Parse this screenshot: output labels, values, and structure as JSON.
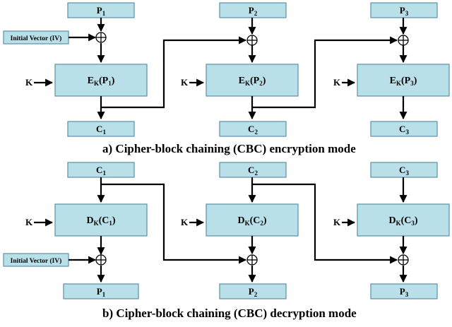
{
  "encryption": {
    "caption": "a) Cipher-block chaining (CBC) encryption mode",
    "iv_label": "Initial Vector (IV)",
    "key_label": "K",
    "blocks": [
      {
        "input_base": "P",
        "input_sub": "1",
        "func_base": "E",
        "func_key": "K",
        "func_arg_base": "P",
        "func_arg_sub": "1",
        "output_base": "C",
        "output_sub": "1"
      },
      {
        "input_base": "P",
        "input_sub": "2",
        "func_base": "E",
        "func_key": "K",
        "func_arg_base": "P",
        "func_arg_sub": "2",
        "output_base": "C",
        "output_sub": "2"
      },
      {
        "input_base": "P",
        "input_sub": "3",
        "func_base": "E",
        "func_key": "K",
        "func_arg_base": "P",
        "func_arg_sub": "3",
        "output_base": "C",
        "output_sub": "3"
      }
    ]
  },
  "decryption": {
    "caption": "b) Cipher-block chaining (CBC) decryption mode",
    "iv_label": "Initial Vector (IV)",
    "key_label": "K",
    "blocks": [
      {
        "input_base": "C",
        "input_sub": "1",
        "func_base": "D",
        "func_key": "K",
        "func_arg_base": "C",
        "func_arg_sub": "1",
        "output_base": "P",
        "output_sub": "1"
      },
      {
        "input_base": "C",
        "input_sub": "2",
        "func_base": "D",
        "func_key": "K",
        "func_arg_base": "C",
        "func_arg_sub": "2",
        "output_base": "P",
        "output_sub": "2"
      },
      {
        "input_base": "C",
        "input_sub": "3",
        "func_base": "D",
        "func_key": "K",
        "func_arg_base": "C",
        "func_arg_sub": "3",
        "output_base": "P",
        "output_sub": "3"
      }
    ]
  }
}
